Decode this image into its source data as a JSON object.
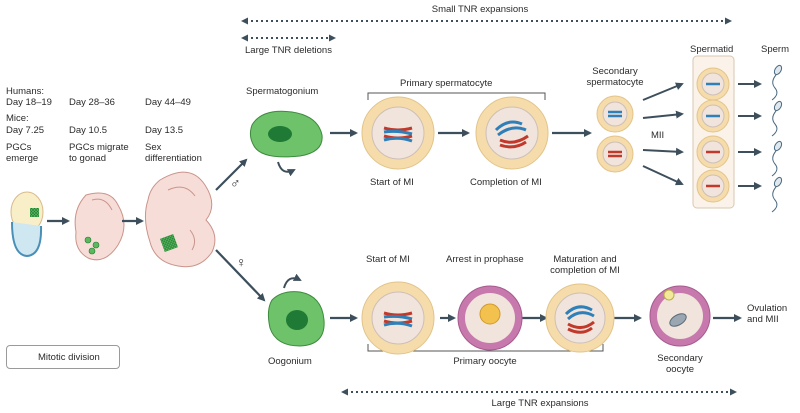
{
  "top_labels": {
    "small_tnr": "Small TNR expansions",
    "large_del": "Large TNR deletions",
    "large_exp": "Large TNR expansions"
  },
  "timeline": {
    "humans": "Humans:",
    "mice": "Mice:",
    "day_h1": "Day 18–19",
    "day_h2": "Day 28–36",
    "day_h3": "Day 44–49",
    "day_m1": "Day 7.25",
    "day_m2": "Day 10.5",
    "day_m3": "Day 13.5",
    "pgcs_emerge_1": "PGCs",
    "pgcs_emerge_2": "emerge",
    "pgcs_migrate_1": "PGCs migrate",
    "pgcs_migrate_2": "to gonad",
    "sex_diff_1": "Sex",
    "sex_diff_2": "differentiation"
  },
  "male": {
    "symbol": "♂",
    "spermatogonium": "Spermatogonium",
    "primary_spermatocyte": "Primary spermatocyte",
    "start_mi": "Start of MI",
    "completion_mi": "Completion of MI",
    "secondary_1": "Secondary",
    "secondary_2": "spermatocyte",
    "mii": "MII",
    "spermatid": "Spermatid",
    "sperm": "Sperm"
  },
  "female": {
    "symbol": "♀",
    "oogonium": "Oogonium",
    "start_mi": "Start of MI",
    "arrest": "Arrest in prophase",
    "maturation_1": "Maturation and",
    "maturation_2": "completion of MI",
    "primary_oocyte": "Primary oocyte",
    "secondary_1": "Secondary",
    "secondary_2": "oocyte",
    "ovulation_1": "Ovulation",
    "ovulation_2": "and MII"
  },
  "legend": {
    "label": "Mitotic division"
  },
  "colors": {
    "arrow": "#3d4f5c",
    "cell_green": "#5cb85c",
    "nucleus_green": "#1e7a35",
    "cell_outer": "#f6dcaa",
    "cell_inner": "#f3e6dd",
    "zona": "#c779ad",
    "chrom_red": "#c0392b",
    "chrom_blue": "#2f7fb8",
    "embryo": "#f5d6d0",
    "embryo_line": "#c9948b"
  }
}
